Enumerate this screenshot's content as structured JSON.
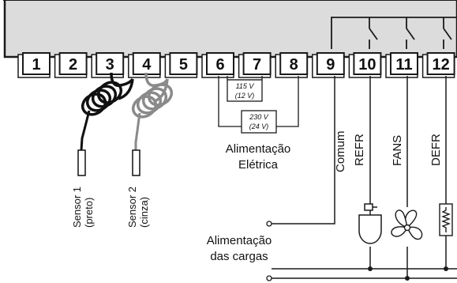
{
  "terminals": [
    "1",
    "2",
    "3",
    "4",
    "5",
    "6",
    "7",
    "8",
    "9",
    "10",
    "11",
    "12"
  ],
  "power_options": [
    {
      "voltage": "115 V",
      "alt": "(12 V)"
    },
    {
      "voltage": "230 V",
      "alt": "(24 V)"
    }
  ],
  "power_label": {
    "line1": "Alimentação",
    "line2": "Elétrica"
  },
  "sensors": [
    {
      "line1": "Sensor 1",
      "line2": "(preto)"
    },
    {
      "line1": "Sensor 2",
      "line2": "(cinza)"
    }
  ],
  "outputs": [
    "Comum",
    "REFR",
    "FANS",
    "DEFR"
  ],
  "load_supply_label": {
    "line1": "Alimentação",
    "line2": "das cargas"
  },
  "colors": {
    "housing_fill": "#dcdcdc",
    "line": "#1a1a1a",
    "sensor1": "#111111",
    "sensor2": "#8a8a8a"
  },
  "icons": [
    "compressor-icon",
    "fan-icon",
    "heater-resistor-icon"
  ]
}
